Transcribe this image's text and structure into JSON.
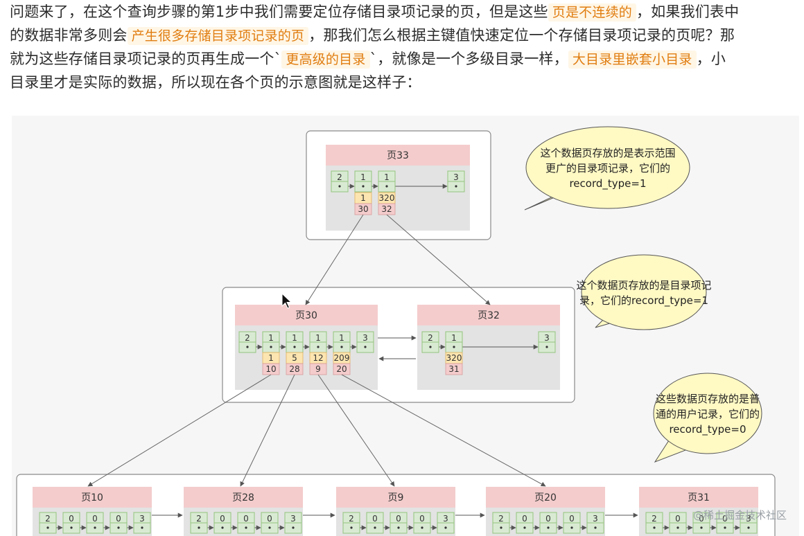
{
  "paragraph": {
    "line1_a": "问题来了，在这个查询步骤的第1步中我们需要定位存储目录项记录的页，但是这些",
    "line1_hl": "页是不连续的",
    "line1_b": "，如果我们表中",
    "line2_a": "的数据非常多则会",
    "line2_hl": "产生很多存储目录项记录的页",
    "line2_b": "，那我们怎么根据主键值快速定位一个存储目录项记录的页呢？那",
    "line3_a": "就为这些存储目录项记录的页再生成一个`",
    "line3_hl": "更高级的目录",
    "line3_b": "`，就像是一个多级目录一样，",
    "line3_hl2": "大目录里嵌套小目录",
    "line3_c": "，小",
    "line4": "目录里才是实际的数据，所以现在各个页的示意图就是这样子："
  },
  "diagram": {
    "top_page": {
      "title": "页33",
      "records": [
        "2",
        "1",
        "1",
        "3"
      ],
      "dir_keys": [
        "1",
        "320"
      ],
      "dir_pages": [
        "30",
        "32"
      ]
    },
    "mid_pages": [
      {
        "title": "页30",
        "records": [
          "2",
          "1",
          "1",
          "1",
          "1",
          "3"
        ],
        "dir_keys": [
          "1",
          "5",
          "12",
          "209"
        ],
        "dir_pages": [
          "10",
          "28",
          "9",
          "20"
        ]
      },
      {
        "title": "页32",
        "records": [
          "2",
          "1",
          "3"
        ],
        "dir_keys": [
          "320"
        ],
        "dir_pages": [
          "31"
        ]
      }
    ],
    "leaf_pages": [
      {
        "title": "页10",
        "records": [
          "2",
          "0",
          "0",
          "0",
          "3"
        ]
      },
      {
        "title": "页28",
        "records": [
          "2",
          "0",
          "0",
          "0",
          "3"
        ]
      },
      {
        "title": "页9",
        "records": [
          "2",
          "0",
          "0",
          "0",
          "3"
        ]
      },
      {
        "title": "页20",
        "records": [
          "2",
          "0",
          "0",
          "0",
          "3"
        ]
      },
      {
        "title": "页31",
        "records": [
          "2",
          "0",
          "0",
          "0",
          "3"
        ]
      }
    ],
    "callouts": [
      {
        "lines": [
          "这个数据页存放的是表示范围",
          "更广的目录项记录，它们的",
          "record_type=1"
        ]
      },
      {
        "lines": [
          "这个数据页存放的是目录项记",
          "录，它们的record_type=1"
        ]
      },
      {
        "lines": [
          "这些数据页存放的是普",
          "通的用户记录，它们的",
          "record_type=0"
        ]
      }
    ],
    "colors": {
      "title_bg": "#f4cccc",
      "page_bg": "#e3e3e3",
      "record_bg": "#d9ead3",
      "record_border": "#93c47d",
      "key_bg": "#fce5b0",
      "ptr_bg": "#f4cccc",
      "callout_bg": "#fff9c4",
      "frame_border": "#8a8a8a"
    }
  },
  "watermark": "@稀土掘金技术社区"
}
